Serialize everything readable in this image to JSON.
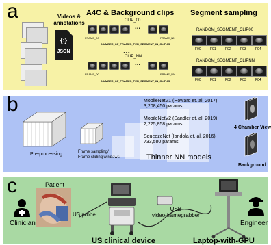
{
  "panel_a": {
    "letter": "a",
    "videos_title_line1": "Videos &",
    "videos_title_line2": "annotations",
    "json_label": "JSON",
    "json_braces": "{:}",
    "clips_title": "A4C & Background clips",
    "clip_00": "CLIP_00",
    "clip_nn": "CLIP_NN",
    "frame_00": "FRAME_00",
    "frame_nn": "FRAME_NN",
    "frames_label": "NUMBER_OF_FRAMES_PER_SEGMENT_IN_CLIP-05",
    "ellipsis": "...",
    "sampling_title": "Segment sampling",
    "random_clip00": "RANDOM_SEGMENT_CLIP00",
    "random_clipnn": "RANDOM_SEGMENT_CLIPNN",
    "f_labels": [
      "F00",
      "F01",
      "F02",
      "F03",
      "F04"
    ]
  },
  "panel_b": {
    "letter": "b",
    "preprocessing": "Pre-processing",
    "sampling_line1": "Frame sampling/",
    "sampling_line2": "Frame sliding windows",
    "models": [
      {
        "name": "MobileNetV1 (Howard et. al. 2017)",
        "params": "3,208,450 params"
      },
      {
        "name": "MobileNetV2 (Sandler et. al. 2019)",
        "params": "2,225,858 params"
      },
      {
        "name": "SqueezeNet (Iandola et. al. 2016)",
        "params": "733,580 params"
      }
    ],
    "models_title": "Thinner NN models",
    "four_chamber": "4 Chamber View",
    "background": "Background"
  },
  "panel_c": {
    "letter": "c",
    "patient": "Patient",
    "clinician": "Clinician",
    "us_probe": "US probe",
    "usb_line1": "USB",
    "usb_line2": "video-framegrabber",
    "engineer": "Engineer",
    "us_device": "US clinical device",
    "laptop": "Laptop-with-GPU"
  },
  "colors": {
    "panel_a": "#f7f2a6",
    "panel_b": "#aec2f5",
    "panel_c": "#a9d9a3"
  }
}
